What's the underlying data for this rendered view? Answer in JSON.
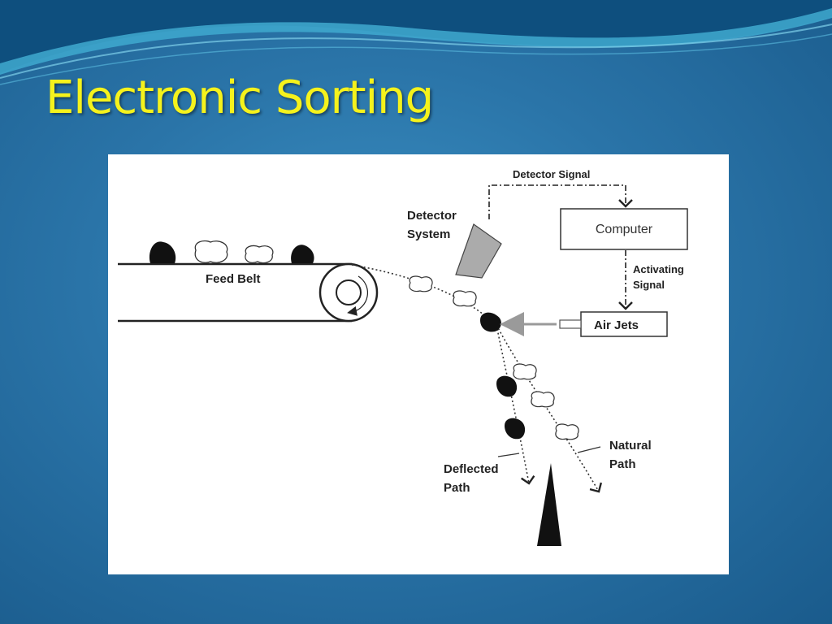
{
  "slide": {
    "title": "Electronic Sorting",
    "title_color": "#f5f21c",
    "background_color": "#2a74a8"
  },
  "diagram": {
    "labels": {
      "detector_signal": "Detector Signal",
      "detector_system_line1": "Detector",
      "detector_system_line2": "System",
      "computer": "Computer",
      "activating_signal_line1": "Activating",
      "activating_signal_line2": "Signal",
      "air_jets": "Air Jets",
      "feed_belt": "Feed Belt",
      "deflected_path_line1": "Deflected",
      "deflected_path_line2": "Path",
      "natural_path_line1": "Natural",
      "natural_path_line2": "Path"
    }
  }
}
